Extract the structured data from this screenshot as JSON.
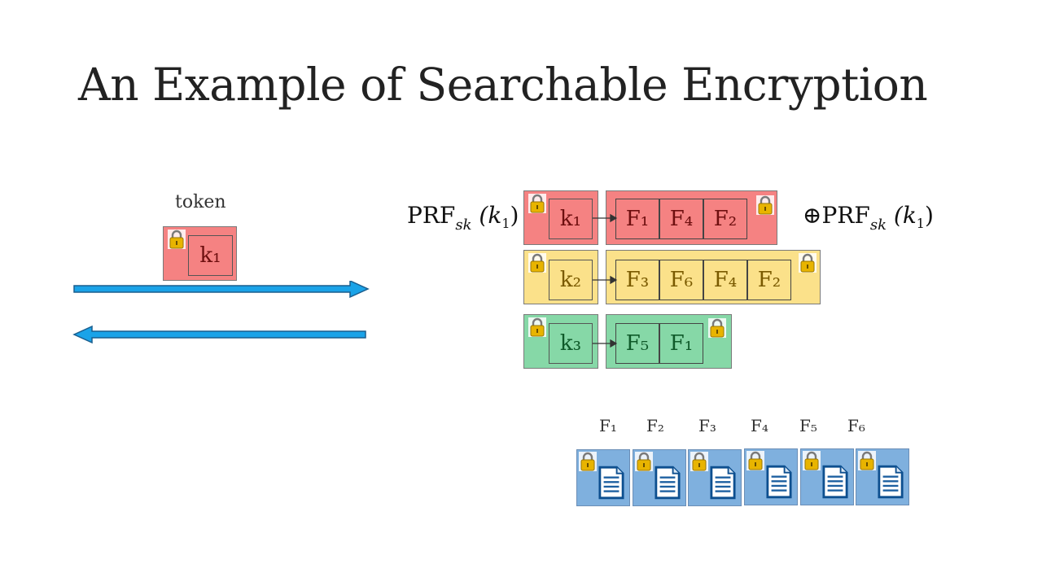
{
  "slide": {
    "title": "An Example of Searchable Encryption",
    "token_label": "token",
    "token_key": "k₁"
  },
  "prf": {
    "left": {
      "main": "PRF",
      "sub": "sk",
      "arg": "(k",
      "arg_sub": "1",
      "close": ")"
    },
    "right": {
      "op": "⊕",
      "main": "PRF",
      "sub": "sk",
      "arg": "(k",
      "arg_sub": "1",
      "close": ")"
    }
  },
  "index_rows": [
    {
      "key": "k₁",
      "files": [
        "F₁",
        "F₄",
        "F₂"
      ],
      "color": "#f58282"
    },
    {
      "key": "k₂",
      "files": [
        "F₃",
        "F₆",
        "F₄",
        "F₂"
      ],
      "color": "#fbe18a"
    },
    {
      "key": "k₃",
      "files": [
        "F₅",
        "F₁"
      ],
      "color": "#86d8a7"
    }
  ],
  "documents": {
    "labels": [
      "F₁",
      "F₂",
      "F₃",
      "F₄",
      "F₅",
      "F₆"
    ],
    "icon": "document-icon",
    "lock_icon": "lock-icon"
  },
  "arrows": {
    "forward_color": "#1aa3e8",
    "backward_color": "#1aa3e8"
  }
}
